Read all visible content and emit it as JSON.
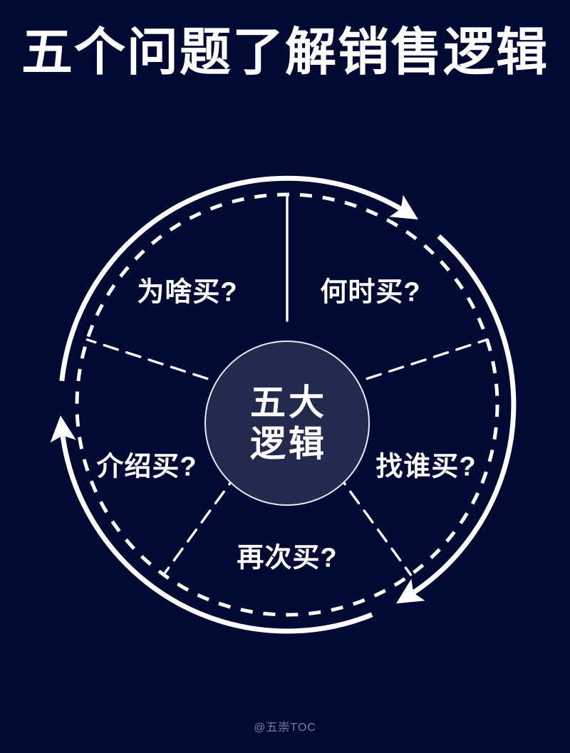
{
  "page": {
    "title": "五个问题了解销售逻辑",
    "watermark": "@五崇TOC",
    "background_color": "#000a33",
    "hub_fill_color": "#232a4d",
    "stroke_color": "#ffffff",
    "text_color": "#ffffff",
    "watermark_color": "#8e96b4"
  },
  "hub": {
    "line1": "五大",
    "line2": "逻辑",
    "full_text": "五大逻辑"
  },
  "segments": [
    {
      "id": "when",
      "label": "何时买?",
      "position": "top-right",
      "order": 1
    },
    {
      "id": "who",
      "label": "找谁买?",
      "position": "right",
      "order": 2
    },
    {
      "id": "again",
      "label": "再次买?",
      "position": "bottom",
      "order": 3
    },
    {
      "id": "intro",
      "label": "介绍买?",
      "position": "left",
      "order": 4
    },
    {
      "id": "why",
      "label": "为啥买?",
      "position": "top-left",
      "order": 5
    }
  ],
  "arrows": [
    {
      "id": "arrow-top-right",
      "direction": "clockwise",
      "at_angle_deg": -55
    },
    {
      "id": "arrow-bottom-right",
      "direction": "clockwise",
      "at_angle_deg": 62
    },
    {
      "id": "arrow-left",
      "direction": "clockwise",
      "at_angle_deg": 182
    }
  ],
  "rings": {
    "outer_solid_radius": 318,
    "inner_dashed_radius": 295,
    "hub_radius": 116,
    "spoke_count": 5
  }
}
